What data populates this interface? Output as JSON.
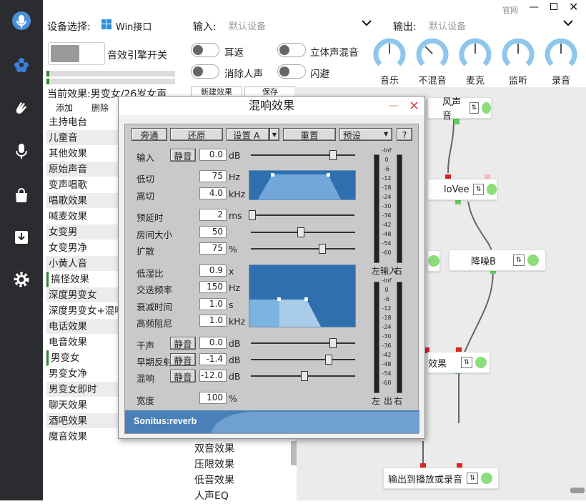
{
  "top": {
    "device_label": "设备选择:",
    "device_value": "Win接口",
    "input_label": "输入:",
    "input_value": "默认设备",
    "output_label": "输出:",
    "output_value": "默认设备",
    "win_official": "官网",
    "engine_label": "音效引擎开关",
    "toggles": [
      "耳返",
      "立体声混音",
      "消除人声",
      "闪避"
    ],
    "knobs": [
      "音乐",
      "不混音",
      "麦克",
      "监听",
      "录音"
    ],
    "current_effect": "当前效果:男变女/26岁女声",
    "add_label": "添加",
    "delete_label": "删除",
    "new_effect": "新建效果",
    "save": "保存"
  },
  "effects": [
    "主持电台",
    "儿童音",
    "其他效果",
    "原始声音",
    "变声唱歌",
    "唱歌效果",
    "喊麦效果",
    "女变男",
    "女变男净",
    "小黄人音",
    "搞怪效果",
    "深度男变女",
    "深度男变女+混响",
    "电话效果",
    "电音效果",
    "男变女",
    "男变女净",
    "男变女即时",
    "聊天效果",
    "酒吧效果",
    "魔音效果"
  ],
  "effects2": [
    "双音效果",
    "压限效果",
    "低音效果",
    "人声EQ"
  ],
  "nodes": [
    "风声音",
    "loVee",
    "降噪B",
    "效果",
    "输出到播放或录音"
  ],
  "dialog": {
    "title": "混响效果",
    "min": "—",
    "close": "×",
    "buttons": {
      "bypass": "旁通",
      "restore": "还原",
      "setup": "设置 A",
      "reset": "重置",
      "preset": "预设",
      "help": "?"
    },
    "rows": {
      "input": {
        "label": "输入",
        "mute": "静音",
        "value": "0.0",
        "unit": "dB"
      },
      "lowcut": {
        "label": "低切",
        "value": "75",
        "unit": "Hz"
      },
      "highcut": {
        "label": "高切",
        "value": "4.0",
        "unit": "kHz"
      },
      "predelay": {
        "label": "预延时",
        "value": "2",
        "unit": "ms"
      },
      "roomsize": {
        "label": "房间大小",
        "value": "50",
        "unit": ""
      },
      "diffusion": {
        "label": "扩散",
        "value": "75",
        "unit": "%"
      },
      "lowmix": {
        "label": "低湿比",
        "value": "0.9",
        "unit": "x"
      },
      "crossover": {
        "label": "交迭频率",
        "value": "150",
        "unit": "Hz"
      },
      "decay": {
        "label": "衰减时间",
        "value": "1.0",
        "unit": "s"
      },
      "hfdamp": {
        "label": "高频阻尼",
        "value": "1.0",
        "unit": "kHz"
      },
      "dry": {
        "label": "干声",
        "mute": "静音",
        "value": "0.0",
        "unit": "dB"
      },
      "early": {
        "label": "早期反射",
        "mute": "静音",
        "value": "-1.4",
        "unit": "dB"
      },
      "reverb": {
        "label": "混响",
        "mute": "静音",
        "value": "-12.0",
        "unit": "dB"
      },
      "width": {
        "label": "宽度",
        "value": "100",
        "unit": "%"
      }
    },
    "meter_scale": [
      "-Inf",
      "0",
      "-6",
      "-12",
      "-18",
      "-24",
      "-30",
      "-36",
      "-42",
      "-48",
      "-54",
      "-60"
    ],
    "meter_in_left": "左",
    "meter_in_mid": "输入",
    "meter_in_right": "右",
    "meter_out_left": "左",
    "meter_out_mid": "出",
    "meter_out_right": "右",
    "brand": "Sonitus:reverb"
  },
  "colors": {
    "sidebar": "#2a2c30",
    "accent": "#4a90d9",
    "node_dot": "#8ddd7a",
    "display": "#2f6fae"
  }
}
